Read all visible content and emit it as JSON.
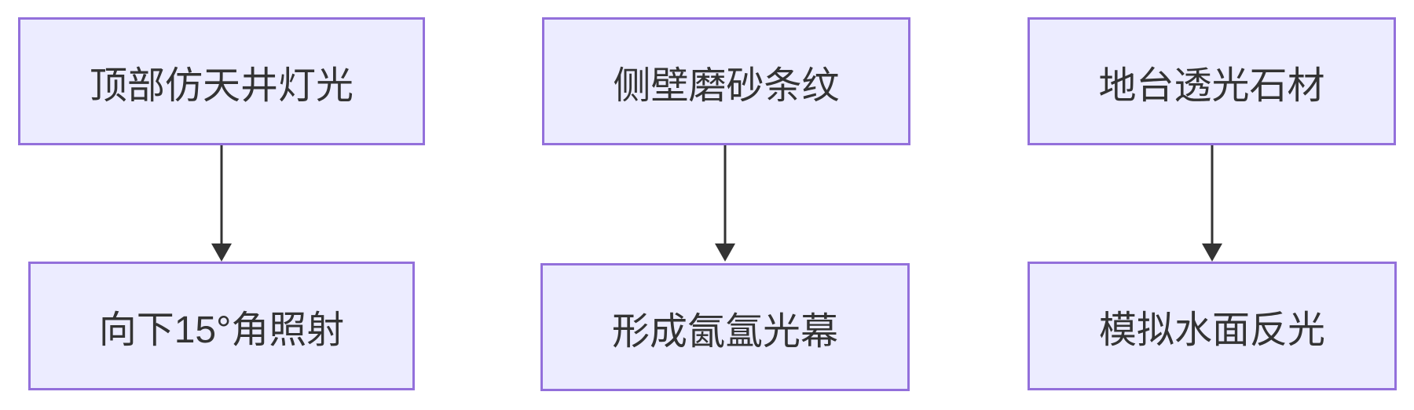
{
  "theme": {
    "background": "#ffffff",
    "node_fill": "#ECECFF",
    "node_border": "#9370DB",
    "text_color": "#333333",
    "arrow_color": "#333333"
  },
  "diagram": {
    "type": "flowchart",
    "direction": "top-down",
    "columns": [
      {
        "source": "顶部仿天井灯光",
        "target": "向下15°角照射"
      },
      {
        "source": "侧壁磨砂条纹",
        "target": "形成氤氲光幕"
      },
      {
        "source": "地台透光石材",
        "target": "模拟水面反光"
      }
    ]
  }
}
